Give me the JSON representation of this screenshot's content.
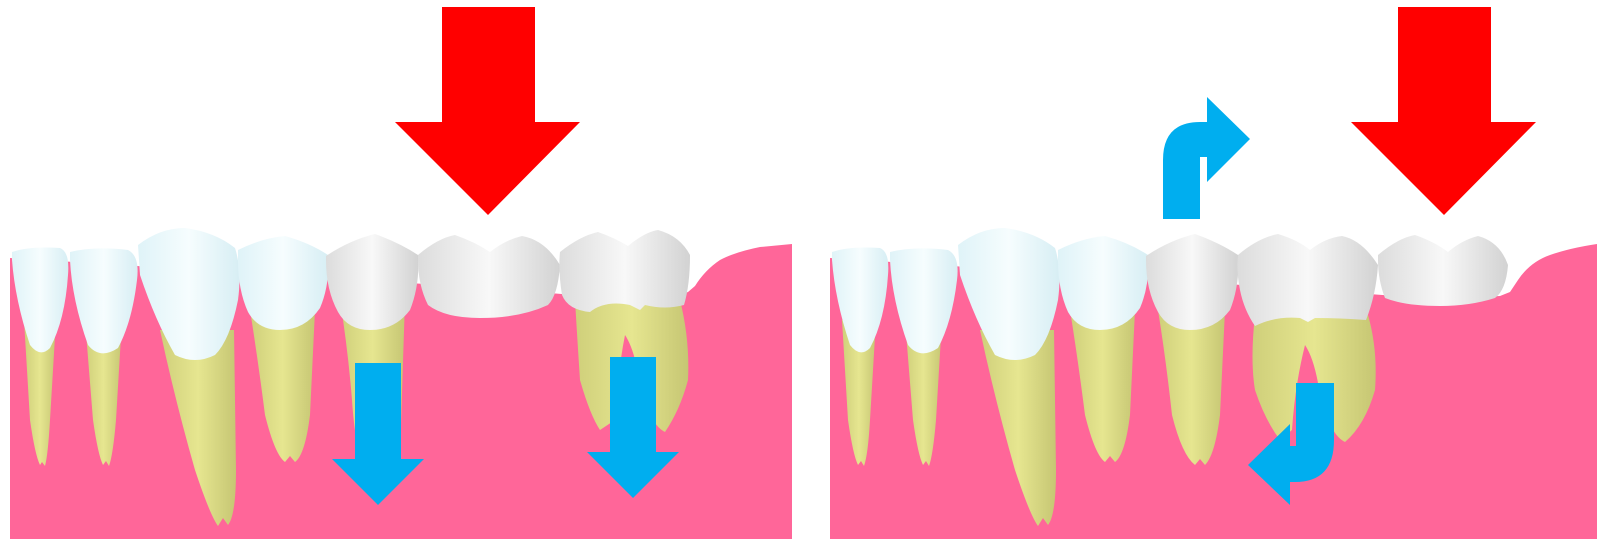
{
  "panels": [
    {
      "id": "left",
      "load_arrow": {
        "color": "#ff0000",
        "direction": "down"
      },
      "movement_arrows": [
        {
          "color": "#00aeef",
          "shape": "straight-down"
        },
        {
          "color": "#00aeef",
          "shape": "straight-down"
        }
      ]
    },
    {
      "id": "right",
      "load_arrow": {
        "color": "#ff0000",
        "direction": "down"
      },
      "movement_arrows": [
        {
          "color": "#00aeef",
          "shape": "up-then-right"
        },
        {
          "color": "#00aeef",
          "shape": "down-then-left"
        }
      ]
    }
  ],
  "colors": {
    "gum": "#ff6699",
    "root": "#dede8a",
    "natural_crown": "#eaf8fb",
    "prosthetic_crown": "#e8e8e8",
    "load_arrow": "#ff0000",
    "movement_arrow": "#00aeef"
  }
}
